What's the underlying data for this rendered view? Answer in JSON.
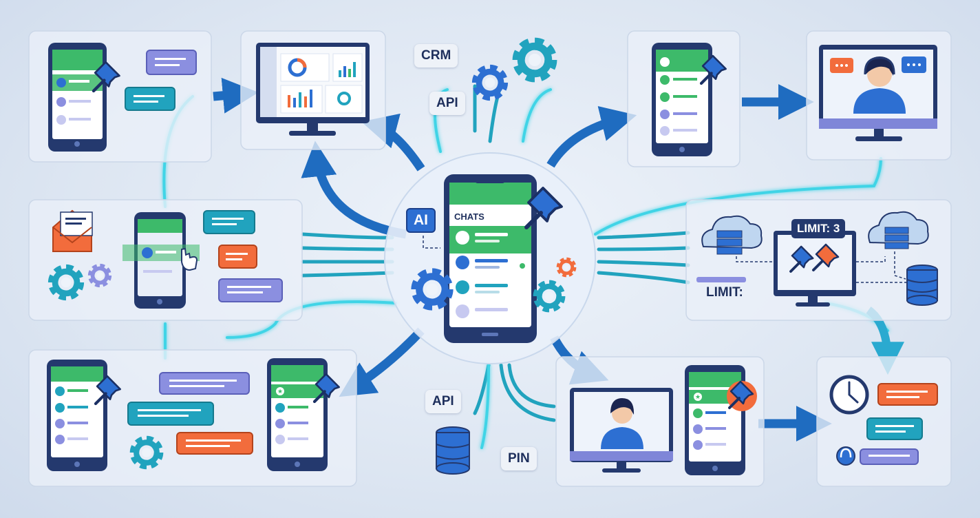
{
  "labels": {
    "crm": "CRM",
    "api_top": "API",
    "ai": "AI",
    "chats": "CHATS",
    "limit_top": "LIMIT: 3",
    "limit_left": "LIMIT:",
    "api_bottom": "API",
    "pin": "PIN"
  },
  "colors": {
    "green": "#3dba6a",
    "navy": "#24396e",
    "teal": "#21a3be",
    "cyan": "#3fd4e6",
    "blue": "#2d6fd2",
    "purple": "#8b8fe0",
    "orange": "#f26c3c",
    "panel": "#eaf0f8"
  },
  "icons": [
    "pushpin-icon",
    "gear-icon",
    "chat-bubble-icon",
    "envelope-icon",
    "cloud-server-icon",
    "database-icon",
    "clock-icon",
    "headset-agent-icon",
    "cursor-hand-icon",
    "star-icon",
    "arrow-icon"
  ]
}
